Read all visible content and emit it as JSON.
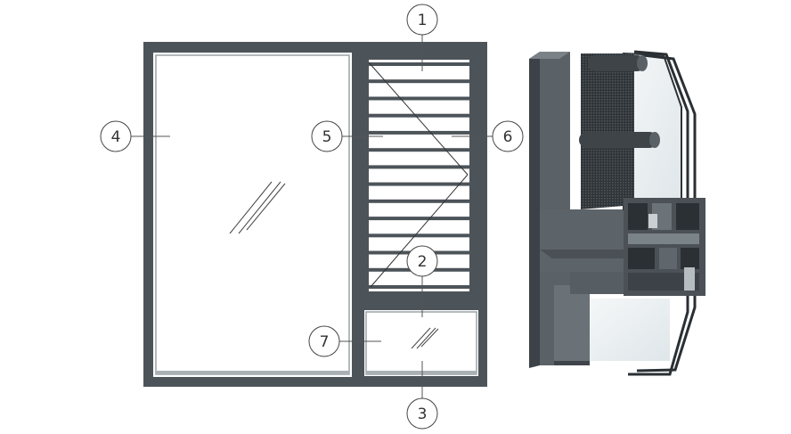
{
  "colors": {
    "frame": "#4d5459",
    "frame_dark": "#353b40",
    "frame_light": "#6b7378",
    "glass": "#ffffff",
    "glass_tint": "#e9eef0",
    "mesh": "#3a3f44",
    "leader": "#555555",
    "callout_stroke": "#444444",
    "background": "#ffffff"
  },
  "callouts": [
    {
      "id": "1",
      "label": "1"
    },
    {
      "id": "2",
      "label": "2"
    },
    {
      "id": "3",
      "label": "3"
    },
    {
      "id": "4",
      "label": "4"
    },
    {
      "id": "5",
      "label": "5"
    },
    {
      "id": "6",
      "label": "6"
    },
    {
      "id": "7",
      "label": "7"
    }
  ],
  "window": {
    "louver_slat_count": 14,
    "icons": {
      "glass_mark": "glass-hatch-icon"
    }
  }
}
